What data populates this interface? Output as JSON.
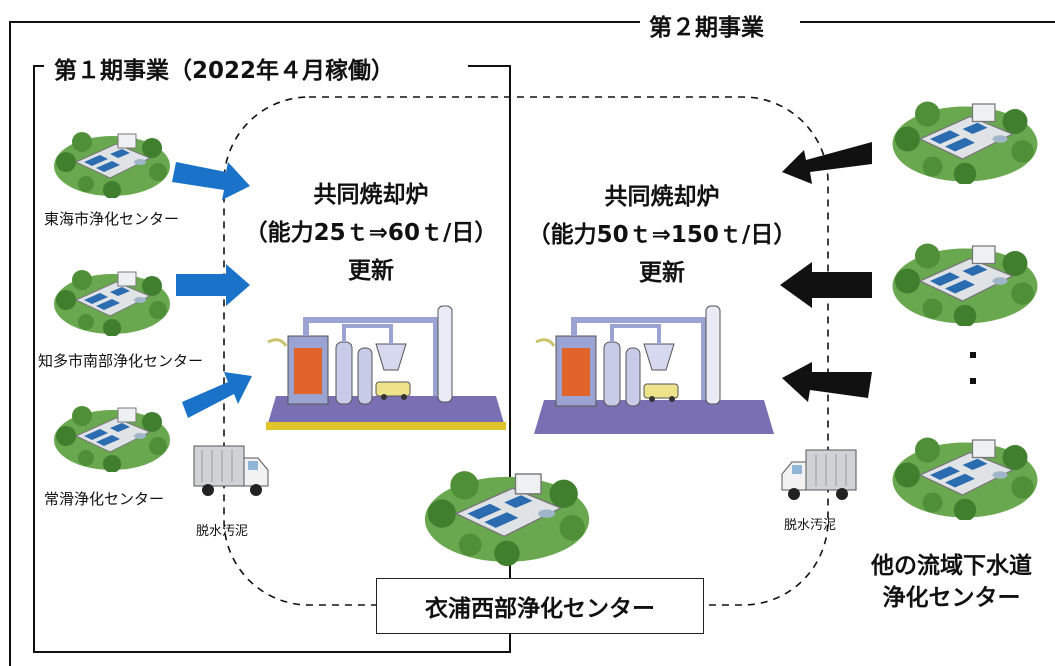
{
  "phase2": {
    "title": "第２期事業"
  },
  "phase1": {
    "title": "第１期事業（2022年４月稼働）"
  },
  "incinerator_phase1": {
    "name": "共同焼却炉",
    "capacity": "（能力25ｔ⇒60ｔ/日）",
    "action": "更新"
  },
  "incinerator_phase2": {
    "name": "共同焼却炉",
    "capacity": "（能力50ｔ⇒150ｔ/日）",
    "action": "更新"
  },
  "plants_phase1": [
    {
      "label": "東海市浄化センター"
    },
    {
      "label": "知多市南部浄化センター"
    },
    {
      "label": "常滑浄化センター"
    }
  ],
  "truck_label_left": "脱水汚泥",
  "truck_label_right": "脱水汚泥",
  "central_plant": {
    "label": "衣浦西部浄化センター"
  },
  "other_plants": {
    "line1": "他の流域下水道",
    "line2": "浄化センター"
  },
  "colors": {
    "arrow_phase1": "#1a73c8",
    "arrow_phase2": "#111111",
    "line": "#111111"
  },
  "icons": [
    "sewage-plant-icon",
    "incinerator-facility-icon",
    "truck-icon",
    "arrow-right-icon",
    "arrow-left-icon"
  ]
}
